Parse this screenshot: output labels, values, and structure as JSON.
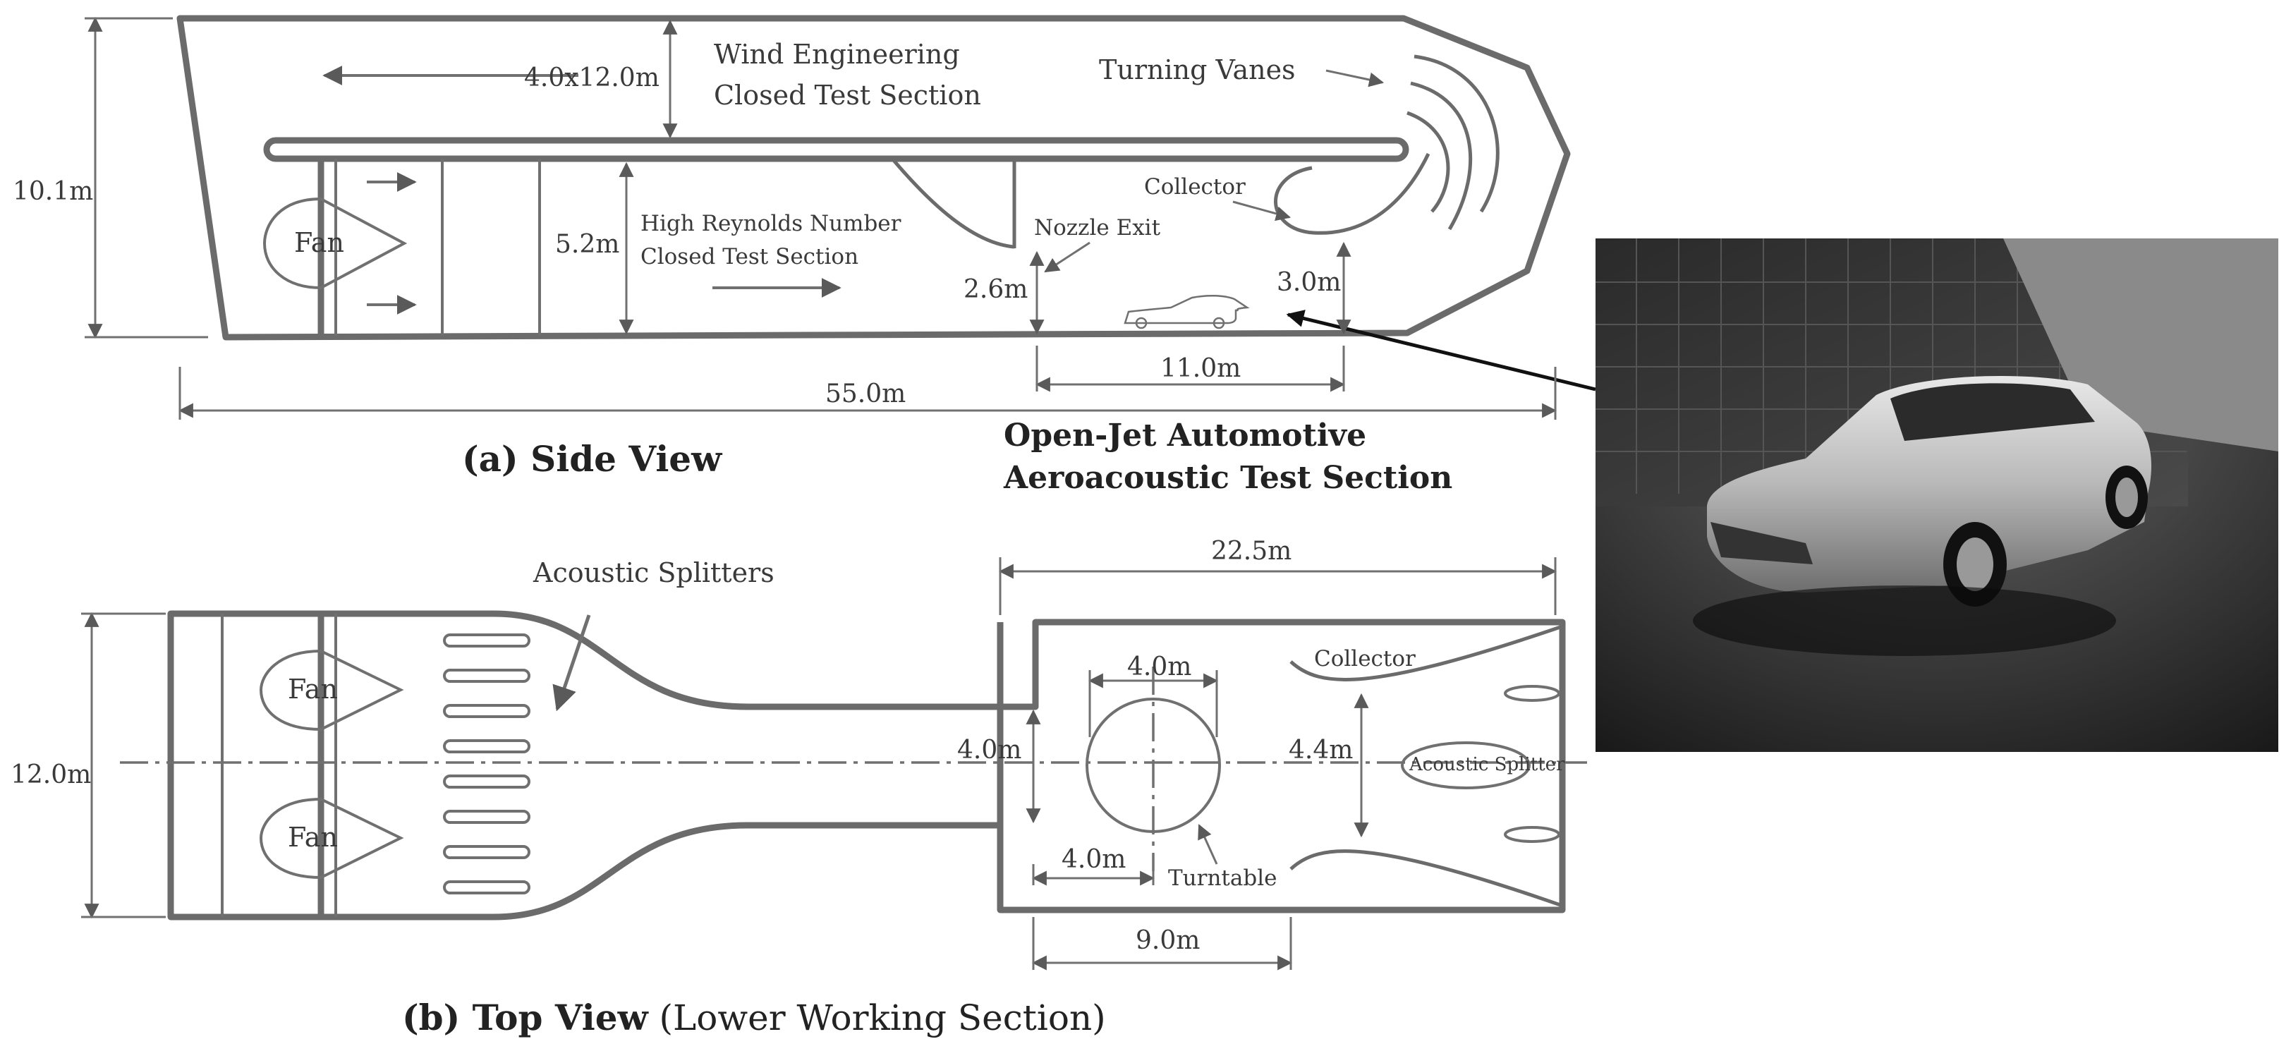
{
  "side_view": {
    "caption": "(a) Side View",
    "height_dim": "10.1m",
    "upper_dim": "4.0x12.0m",
    "upper_section": [
      "Wind Engineering",
      "Closed Test Section"
    ],
    "turning_vanes": "Turning Vanes",
    "fan": "Fan",
    "lower_dim": "5.2m",
    "lower_section": [
      "High Reynolds Number",
      "Closed Test Section"
    ],
    "collector": "Collector",
    "nozzle_exit": "Nozzle Exit",
    "nozzle_dim": "2.6m",
    "collector_dim": "3.0m",
    "jet_length": "11.0m",
    "total_length": "55.0m",
    "open_jet_section": [
      "Open-Jet Automotive",
      "Aeroacoustic Test Section"
    ]
  },
  "top_view": {
    "caption_bold": "(b) Top View",
    "caption_rest": " (Lower Working Section)",
    "width_dim": "12.0m",
    "fans": [
      "Fan",
      "Fan"
    ],
    "acoustic_splitters": "Acoustic Splitters",
    "plenum_length": "22.5m",
    "turntable_dia": "4.0m",
    "nozzle_width": "4.0m",
    "collector": "Collector",
    "collector_width": "4.4m",
    "acoustic_splitter": "Acoustic Splitter",
    "turntable_offset": "4.0m",
    "turntable": "Turntable",
    "length_dim": "9.0m"
  },
  "photo": {
    "subject": "car-in-anechoic-test-section-photo"
  }
}
